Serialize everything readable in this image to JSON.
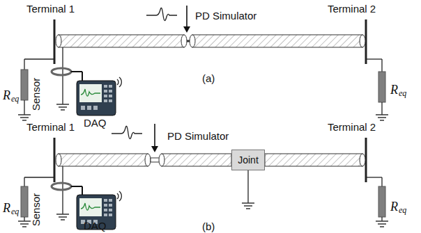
{
  "diagram": {
    "nodes": [
      {
        "text": [
          "Joint"
        ]
      }
    ],
    "labels": [
      "Terminal 1",
      "PD Simulator",
      "Terminal 2",
      "R",
      "eq",
      "R",
      "eq",
      "Sensor",
      "DAQ",
      "(a)",
      "Terminal 1",
      "PD Simulator",
      "Terminal 2",
      "R",
      "eq",
      "R",
      "eq",
      "Sensor",
      "DAQ",
      "(b)"
    ]
  }
}
